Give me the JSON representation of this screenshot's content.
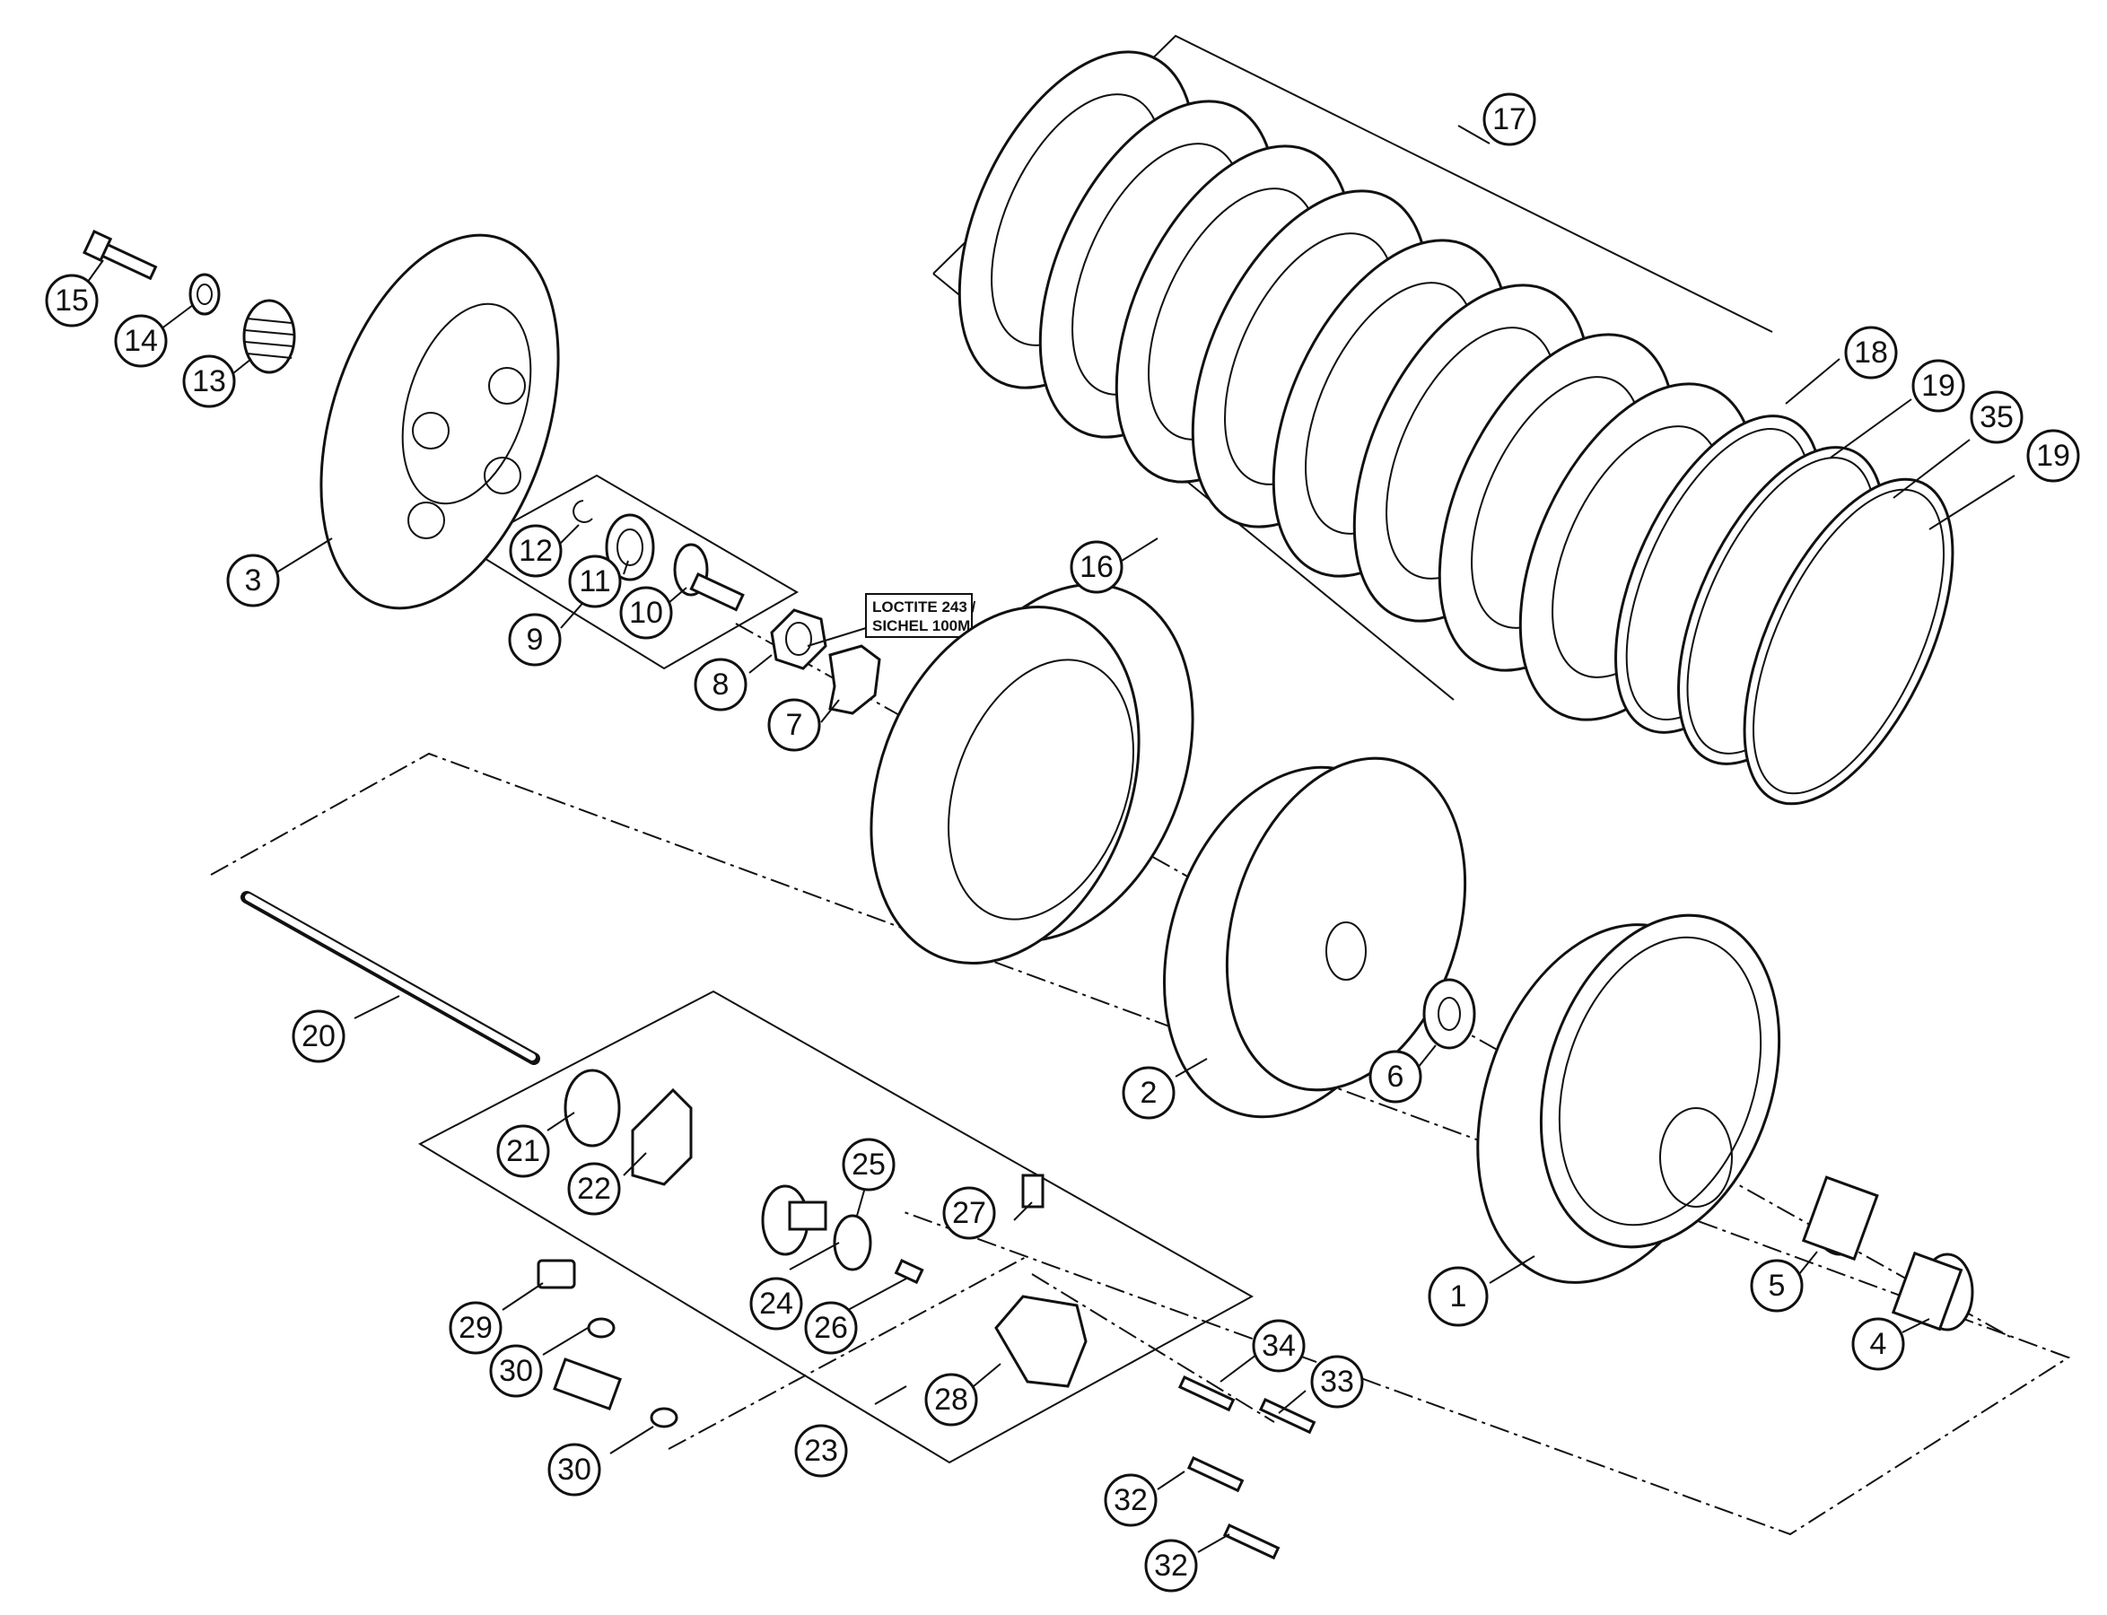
{
  "diagram": {
    "note_line1": "LOCTITE 243 /",
    "note_line2": "SICHEL 100M",
    "callouts": [
      {
        "id": "p1",
        "label": "1"
      },
      {
        "id": "p2",
        "label": "2"
      },
      {
        "id": "p3",
        "label": "3"
      },
      {
        "id": "p4",
        "label": "4"
      },
      {
        "id": "p5",
        "label": "5"
      },
      {
        "id": "p6",
        "label": "6"
      },
      {
        "id": "p7",
        "label": "7"
      },
      {
        "id": "p8",
        "label": "8"
      },
      {
        "id": "p9",
        "label": "9"
      },
      {
        "id": "p10",
        "label": "10"
      },
      {
        "id": "p11",
        "label": "11"
      },
      {
        "id": "p12",
        "label": "12"
      },
      {
        "id": "p13",
        "label": "13"
      },
      {
        "id": "p14",
        "label": "14"
      },
      {
        "id": "p15",
        "label": "15"
      },
      {
        "id": "p16",
        "label": "16"
      },
      {
        "id": "p17",
        "label": "17"
      },
      {
        "id": "p18",
        "label": "18"
      },
      {
        "id": "p19a",
        "label": "19"
      },
      {
        "id": "p35",
        "label": "35"
      },
      {
        "id": "p19b",
        "label": "19"
      },
      {
        "id": "p20",
        "label": "20"
      },
      {
        "id": "p21",
        "label": "21"
      },
      {
        "id": "p22",
        "label": "22"
      },
      {
        "id": "p23",
        "label": "23"
      },
      {
        "id": "p24",
        "label": "24"
      },
      {
        "id": "p25",
        "label": "25"
      },
      {
        "id": "p26",
        "label": "26"
      },
      {
        "id": "p27",
        "label": "27"
      },
      {
        "id": "p28",
        "label": "28"
      },
      {
        "id": "p29",
        "label": "29"
      },
      {
        "id": "p30a",
        "label": "30"
      },
      {
        "id": "p30b",
        "label": "30"
      },
      {
        "id": "p32a",
        "label": "32"
      },
      {
        "id": "p32b",
        "label": "32"
      },
      {
        "id": "p33",
        "label": "33"
      },
      {
        "id": "p34",
        "label": "34"
      }
    ]
  }
}
